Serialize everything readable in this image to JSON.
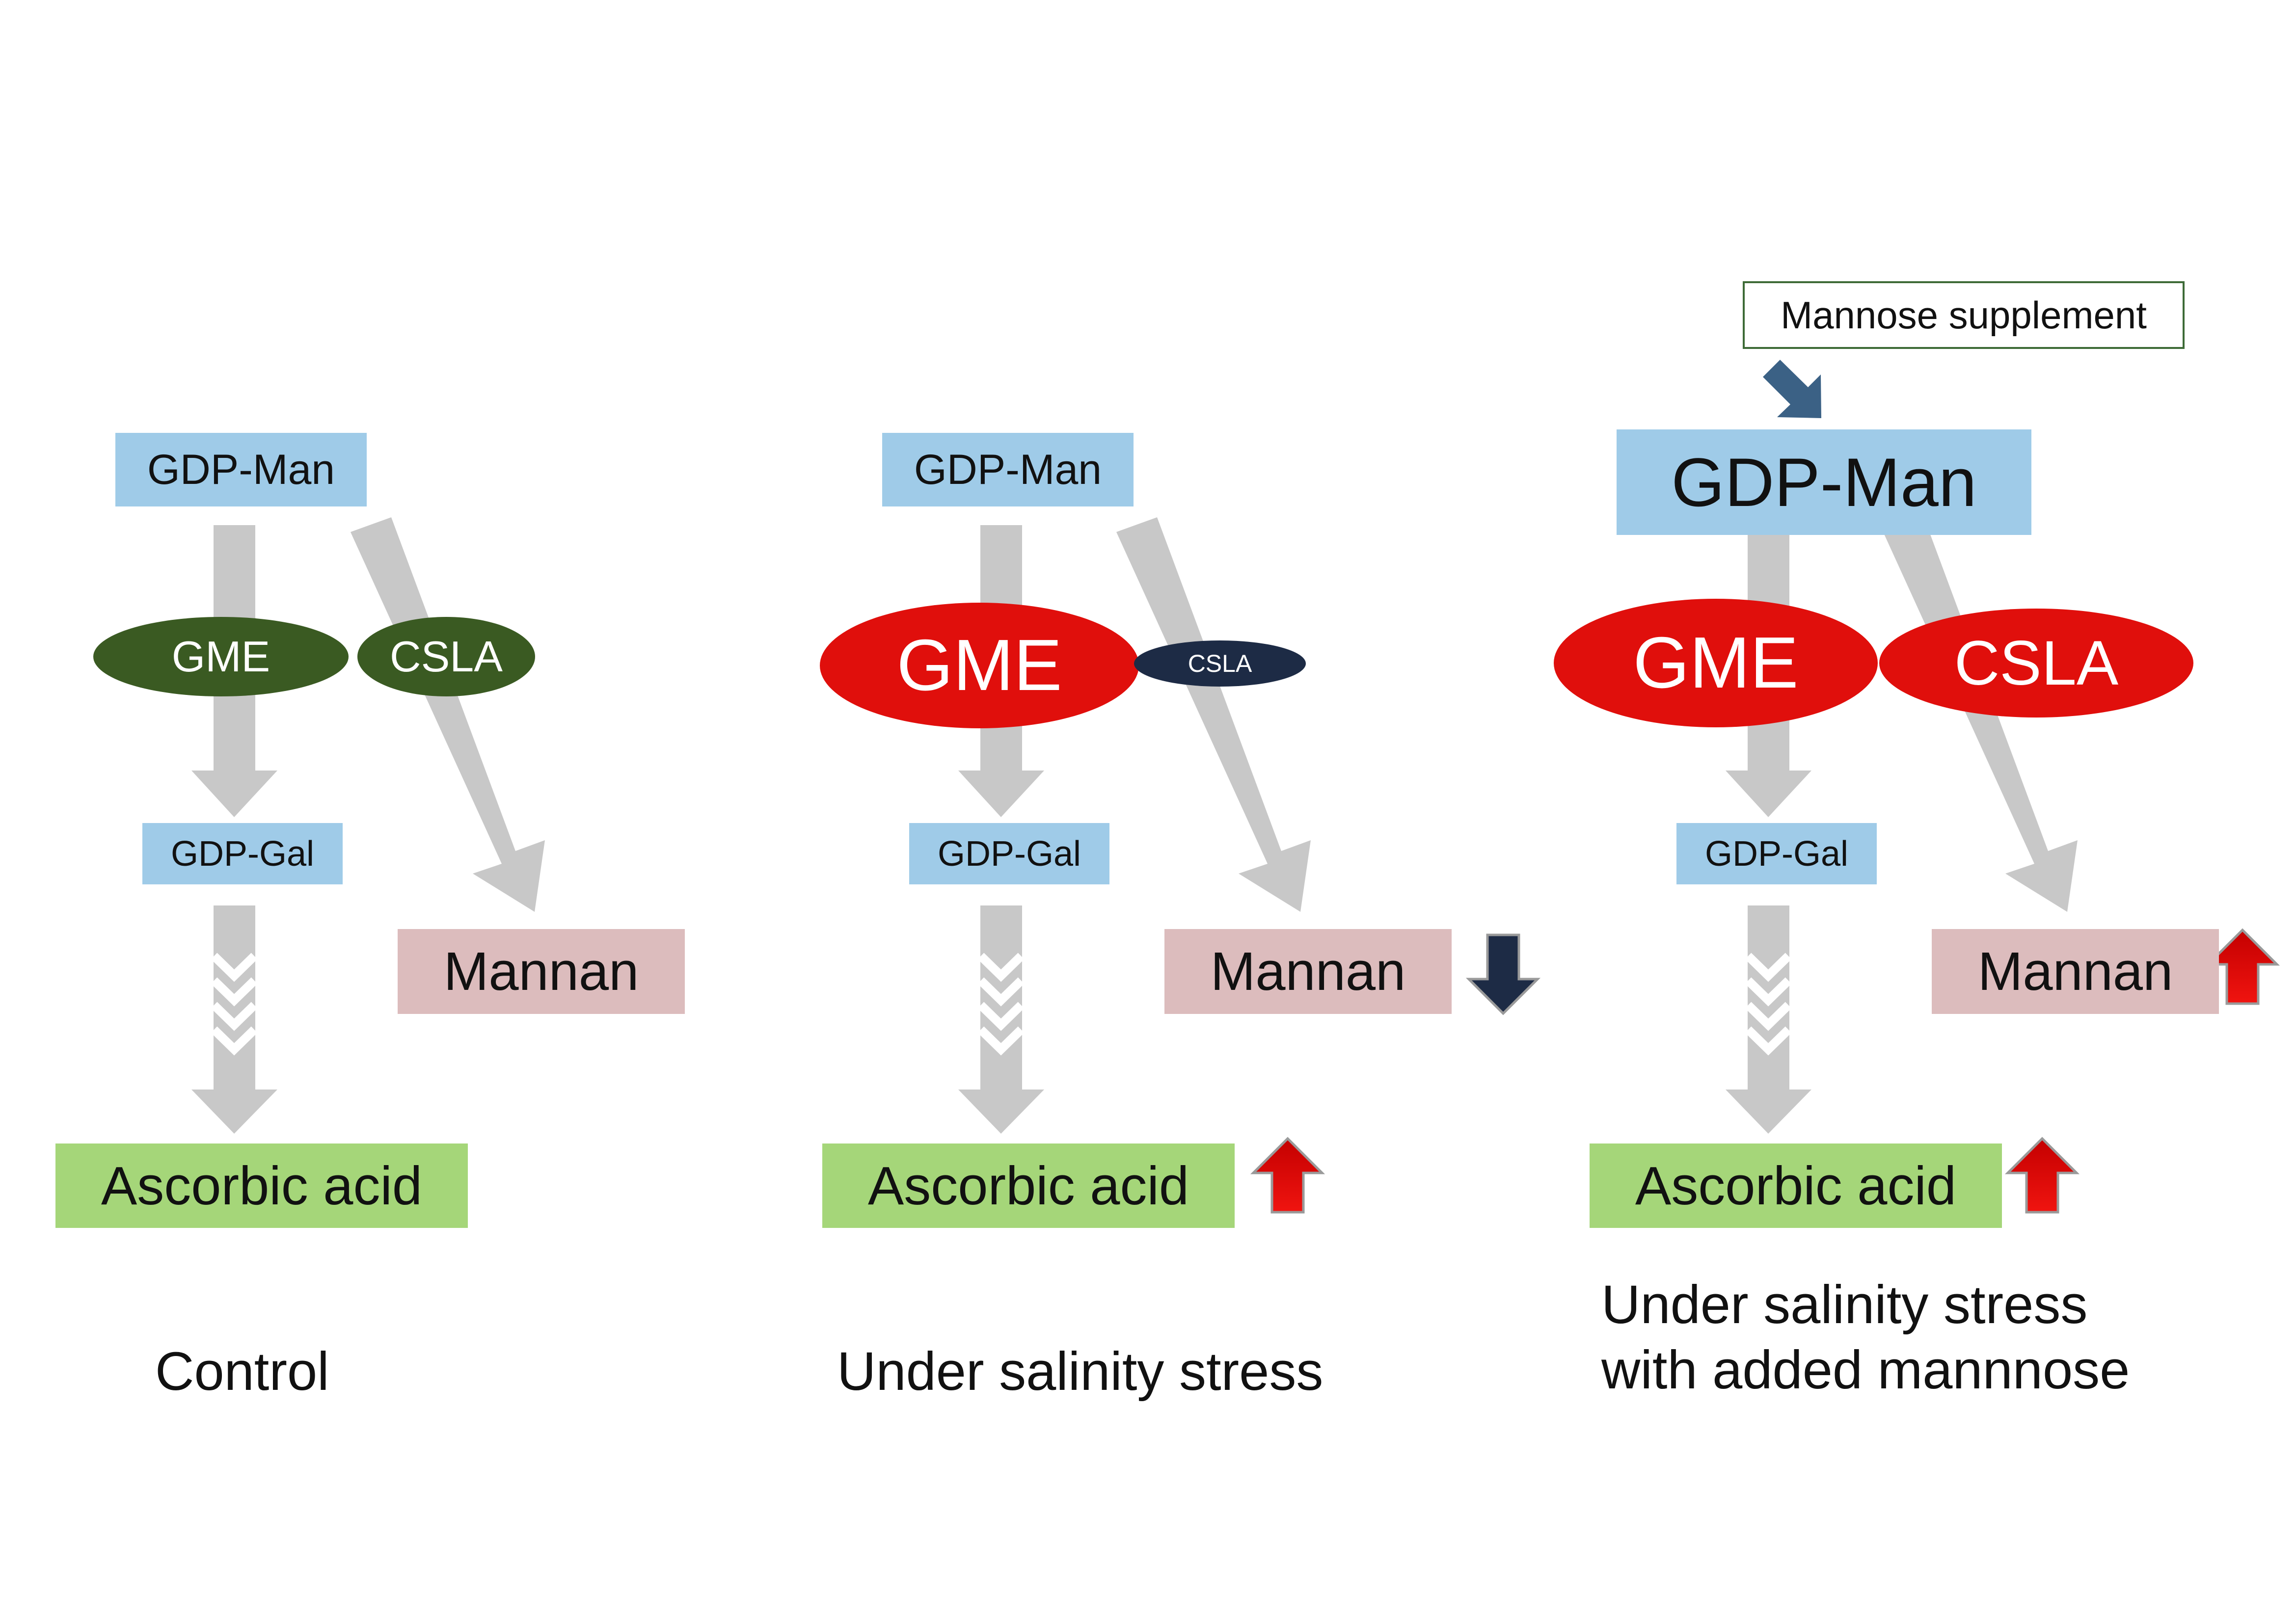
{
  "panels": [
    {
      "gdp_man": "GDP-Man",
      "gme": "GME",
      "csla": "CSLA",
      "gdp_gal": "GDP-Gal",
      "mannan": "Mannan",
      "ascorbic": "Ascorbic acid",
      "caption": "Control"
    },
    {
      "gdp_man": "GDP-Man",
      "gme": "GME",
      "csla": "CSLA",
      "gdp_gal": "GDP-Gal",
      "mannan": "Mannan",
      "ascorbic": "Ascorbic acid",
      "caption": "Under salinity stress",
      "mannan_change": "down",
      "ascorbic_change": "up"
    },
    {
      "supplement": "Mannose supplement",
      "gdp_man": "GDP-Man",
      "gme": "GME",
      "csla": "CSLA",
      "gdp_gal": "GDP-Gal",
      "mannan": "Mannan",
      "ascorbic": "Ascorbic acid",
      "caption_line1": "Under salinity stress",
      "caption_line2": "with added mannnose",
      "mannan_change": "up",
      "ascorbic_change": "up"
    }
  ],
  "colors": {
    "substrate_box": "#9fcbe8",
    "product_box_ascorbic": "#a5d679",
    "product_box_mannan": "#dcbcbd",
    "enzyme_control": "#3a5a22",
    "enzyme_increased": "#e00f0c",
    "enzyme_decreased": "#1d2b45",
    "flux_arrow": "#c8c8c8",
    "increase_arrow": "#e00f0c",
    "decrease_arrow": "#1d2b45",
    "supplement_arrow": "#3b6185"
  }
}
